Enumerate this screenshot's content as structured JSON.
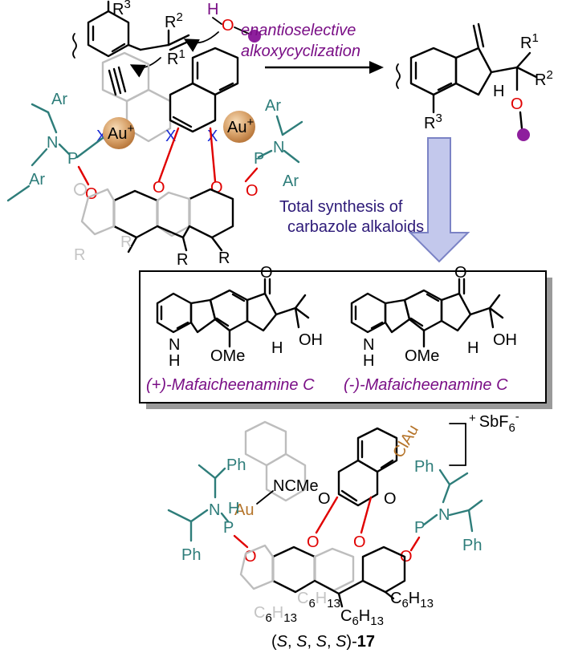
{
  "reaction": {
    "arrow_label_line1": "enantioselective",
    "arrow_label_line2": "alkoxycyclization",
    "downstream_line1": "Total synthesis of",
    "downstream_line2": "carbazole alkaloids"
  },
  "substituents": {
    "r1": "R",
    "r1_sup": "1",
    "r2": "R",
    "r2_sup": "2",
    "r3": "R",
    "r3_sup": "3",
    "r": "R"
  },
  "catalyst_scheme": {
    "au": "Au",
    "au_charge": "+",
    "x": "X",
    "p": "P",
    "n": "N",
    "o": "O",
    "ar": "Ar",
    "h": "H"
  },
  "products_box": {
    "left_name": "(+)-Mafaicheenamine C",
    "right_name": "(-)-Mafaicheenamine C",
    "o": "O",
    "oh": "OH",
    "ome": "OMe",
    "h": "H",
    "nh_n": "N",
    "nh_h": "H"
  },
  "catalyst_17": {
    "counterion_charge": "+",
    "counterion": "SbF",
    "counterion_sub": "6",
    "counterion_charge2": "-",
    "ph": "Ph",
    "n": "N",
    "p": "P",
    "h": "H",
    "au_ncme_au": "Au",
    "au_ncme_ligand": "NCMe",
    "clau": "ClAu",
    "o": "O",
    "c6h13_c": "C",
    "c6h13_6": "6",
    "c6h13_h": "H",
    "c6h13_13": "13",
    "caption_prefix": "(",
    "caption_s": "S",
    "caption_sep": ", ",
    "caption_suffix": ")-",
    "caption_num": "17"
  },
  "colors": {
    "teal": "#2e7d7a",
    "red": "#e00000",
    "blue": "#1a2bd6",
    "gold": "#c9955a",
    "purple": "#7a0f86",
    "arrow_fill": "#c3c8ec"
  }
}
